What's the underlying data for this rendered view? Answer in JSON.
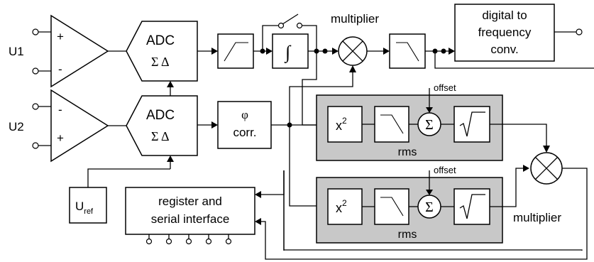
{
  "inputs": {
    "u1": "U1",
    "u2": "U2",
    "plus": "+",
    "minus": "-",
    "uref_main": "U",
    "uref_sub": "ref"
  },
  "adc": {
    "label": "ADC",
    "symbol": "Σ Δ"
  },
  "blocks": {
    "phi": "φ",
    "corr": "corr.",
    "integrator": "∫",
    "dtf_line1": "digital to",
    "dtf_line2": "frequency",
    "dtf_line3": "conv.",
    "reg_line1": "register and",
    "reg_line2": "serial interface"
  },
  "rms": {
    "label": "rms",
    "square_base": "x",
    "square_exp": "2",
    "sum": "Σ",
    "offset": "offset",
    "sqrt": "√"
  },
  "multipliers": {
    "top": "multiplier",
    "bottom": "multiplier"
  },
  "icons": {
    "multiplier": "circle-x-icon",
    "highpass": "highpass-filter-icon",
    "lowpass": "lowpass-filter-icon",
    "switch": "switch-icon"
  }
}
